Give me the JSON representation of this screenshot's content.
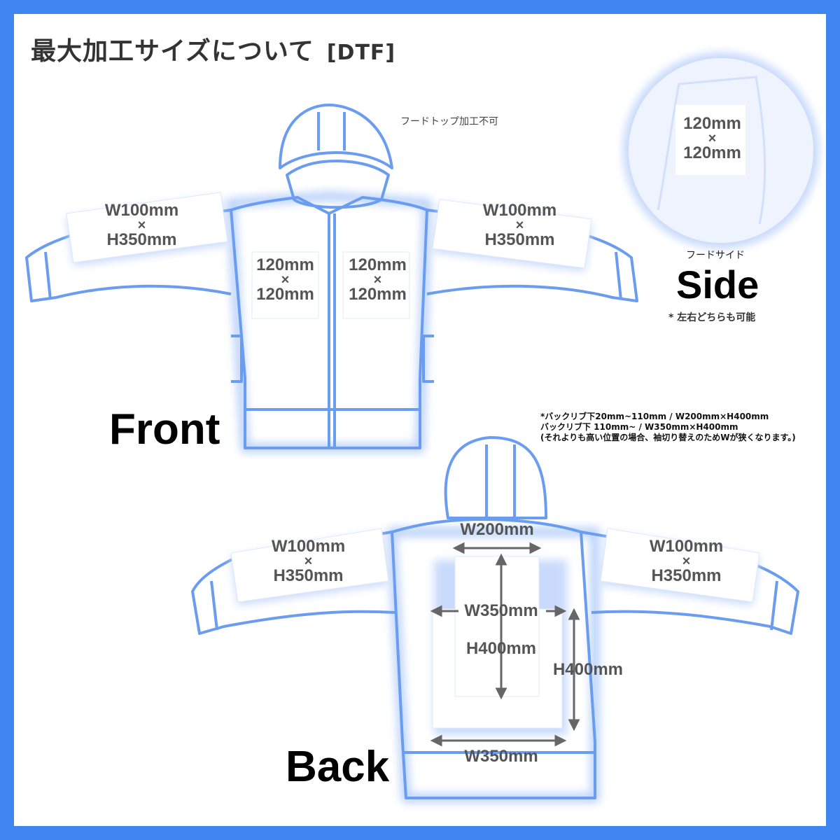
{
  "title": {
    "main": "最大加工サイズについて",
    "tag": "[DTF]"
  },
  "front": {
    "label": "Front",
    "hood_note": "フードトップ加工不可",
    "sleeve_left": {
      "w": "W100mm",
      "x": "×",
      "h": "H350mm"
    },
    "sleeve_right": {
      "w": "W100mm",
      "x": "×",
      "h": "H350mm"
    },
    "chest_left": {
      "w": "120mm",
      "x": "×",
      "h": "120mm"
    },
    "chest_right": {
      "w": "120mm",
      "x": "×",
      "h": "120mm"
    }
  },
  "side": {
    "label": "Side",
    "caption": "フードサイド",
    "note": "* 左右どちらも可能",
    "size": {
      "w": "120mm",
      "x": "×",
      "h": "120mm"
    }
  },
  "back": {
    "label": "Back",
    "notes": [
      "*バックリブ下20mm~110mm / W200mm×H400mm",
      "バックリブ下 110mm~ / W350mm×H400mm",
      "(それよりも高い位置の場合、袖切り替えのためWが狭くなります。)"
    ],
    "sleeve_left": {
      "w": "W100mm",
      "x": "×",
      "h": "H350mm"
    },
    "sleeve_right": {
      "w": "W100mm",
      "x": "×",
      "h": "H350mm"
    },
    "top_width": "W200mm",
    "mid_width": "W350mm",
    "inner_height": "H400mm",
    "outer_height": "H400mm",
    "bottom_width": "W350mm"
  },
  "colors": {
    "frame": "#3f86f2",
    "outline": "#5b93f0",
    "print_area": "#ffffff",
    "text": "#555555"
  }
}
